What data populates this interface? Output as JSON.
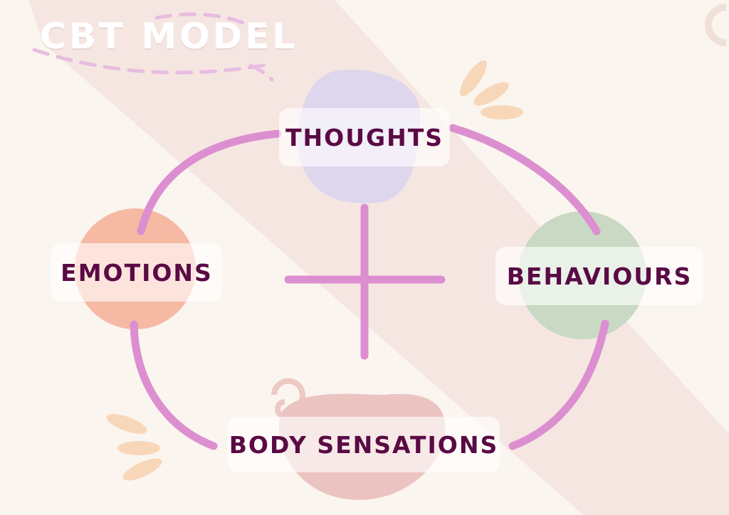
{
  "title": "CBT MODEL",
  "nodes": {
    "thoughts": "THOUGHTS",
    "emotions": "EMOTIONS",
    "behaviours": "BEHAVIOURS",
    "body_sensations": "BODY SENSATIONS"
  },
  "colors": {
    "background": "#fbf5ef",
    "diagonal_band": "#f4dcd9",
    "arrow": "#dc8fd0",
    "text": "#5a0a44",
    "thoughts_blob": "#ddd6ec",
    "emotions_blob": "#f6b9a4",
    "behaviours_blob": "#c9d9c4",
    "body_blob": "#ebc4c1",
    "accent_strokes": "#f8d7b8"
  }
}
